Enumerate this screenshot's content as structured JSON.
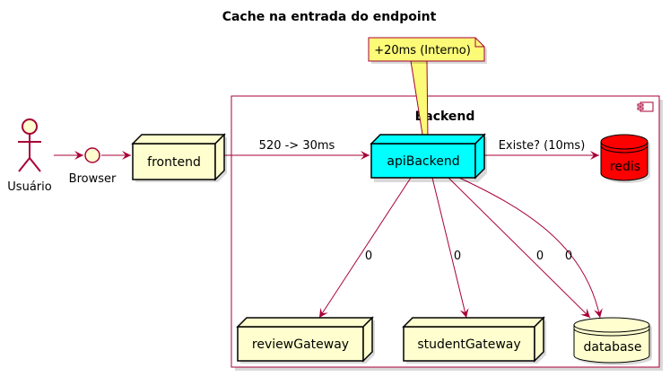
{
  "title": "Cache na entrada do endpoint",
  "actor": {
    "label": "Usuário"
  },
  "interface": {
    "label": "Browser"
  },
  "nodes": {
    "frontend": "frontend",
    "apiBackend": "apiBackend",
    "reviewGateway": "reviewGateway",
    "studentGateway": "studentGateway"
  },
  "databases": {
    "redis": "redis",
    "database": "database"
  },
  "package": {
    "label": "Backend"
  },
  "note": {
    "text": "+20ms (Interno)"
  },
  "edges": {
    "frontend_api": "520 -> 30ms",
    "api_redis": "Existe? (10ms)",
    "api_review": "0",
    "api_student": "0",
    "api_database_1": "0",
    "api_database_2": "0"
  },
  "colors": {
    "border": "#a80036",
    "node_fill": "#fefece",
    "api_fill": "#00ffff",
    "redis_fill": "#ff0000",
    "note_fill": "#fbfb77"
  }
}
